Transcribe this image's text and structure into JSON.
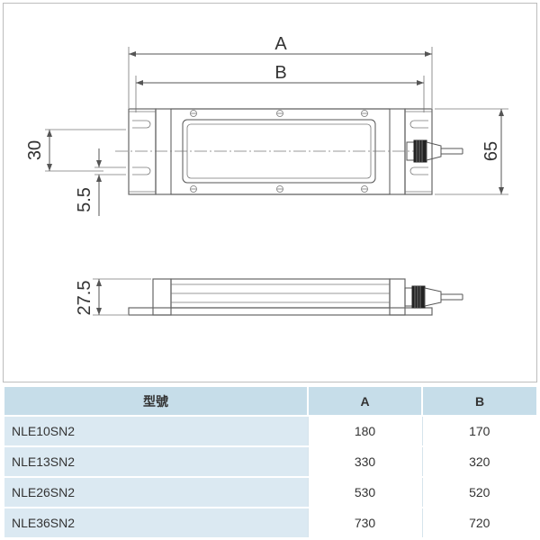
{
  "diagram": {
    "dim_labels": {
      "overall_length": "A",
      "inner_length": "B",
      "height_30": "30",
      "slot_5_5": "5.5",
      "width_65": "65",
      "thickness_27_5": "27.5"
    }
  },
  "table": {
    "headers": [
      "型號",
      "A",
      "B"
    ],
    "rows": [
      {
        "model": "NLE10SN2",
        "a": "180",
        "b": "170"
      },
      {
        "model": "NLE13SN2",
        "a": "330",
        "b": "320"
      },
      {
        "model": "NLE26SN2",
        "a": "530",
        "b": "520"
      },
      {
        "model": "NLE36SN2",
        "a": "730",
        "b": "720"
      }
    ]
  },
  "colors": {
    "header_bg": "#c6dde9",
    "model_cell_bg": "#dbe9f2"
  }
}
